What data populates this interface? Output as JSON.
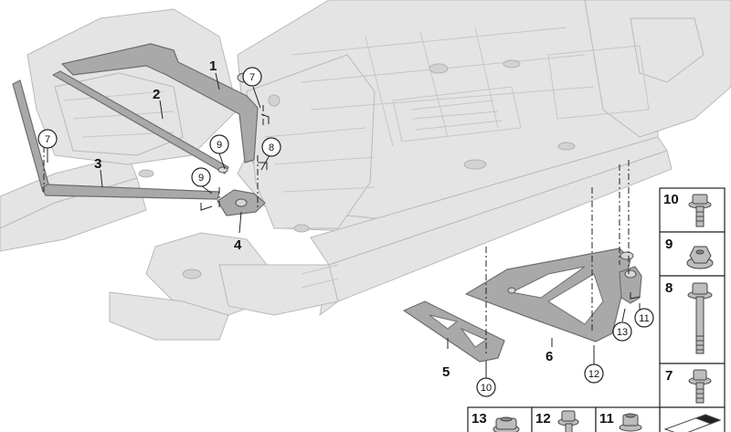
{
  "callouts": {
    "bold": [
      "1",
      "2",
      "3",
      "4",
      "5",
      "6"
    ],
    "circled": [
      "7",
      "7",
      "8",
      "9",
      "9",
      "10",
      "11",
      "12",
      "13"
    ]
  },
  "parts_legend": {
    "column": [
      "10",
      "9",
      "8",
      "7"
    ],
    "bottom_row": [
      "13",
      "12",
      "11"
    ]
  },
  "colors": {
    "body_fill": "#e4e4e4",
    "body_stroke": "#b8b8b8",
    "part_fill": "#a9a9a9",
    "part_stroke": "#6e6e6e",
    "line": "#222222"
  }
}
